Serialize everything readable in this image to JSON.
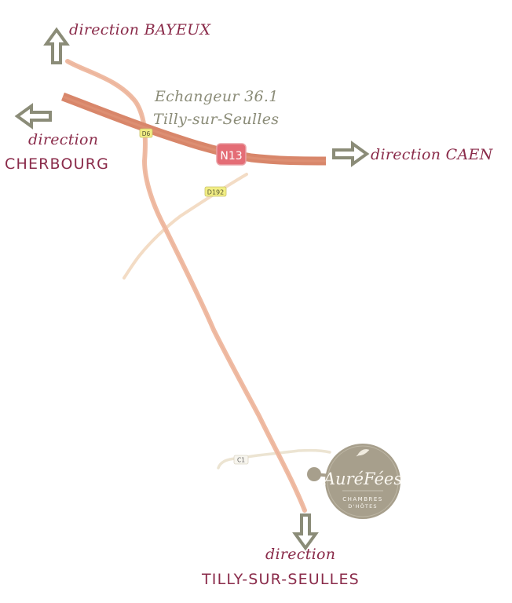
{
  "labels": {
    "bayeux": "direction BAYEUX",
    "cherbourg_1": "direction",
    "cherbourg_2": "CHERBOURG",
    "caen": "direction CAEN",
    "interchange_1": "Echangeur 36.1",
    "interchange_2": "Tilly-sur-Seulles",
    "tilly_1": "direction",
    "tilly_2": "TILLY-SUR-SEULLES"
  },
  "roads": {
    "n13": "N13",
    "d6": "D6",
    "d192": "D192",
    "c1": "C1"
  },
  "logo": {
    "name": "AuréFées",
    "line1": "CHAMBRES",
    "line2": "D'HÔTES"
  },
  "colors": {
    "label": "#8a2b4a",
    "grey_label": "#8b8c78",
    "arrow": "#8b8c78",
    "n13": "#d8866a",
    "secondary_road": "#efbba3",
    "d192_road": "#f3dcc5",
    "shield_yellow": "#f2ee84",
    "n13_shield": "#e46d76",
    "logo_bg": "#a79f8c"
  },
  "icons": {
    "direction_arrow": "arrow-icon",
    "logo_mark": "leaf-icon"
  }
}
